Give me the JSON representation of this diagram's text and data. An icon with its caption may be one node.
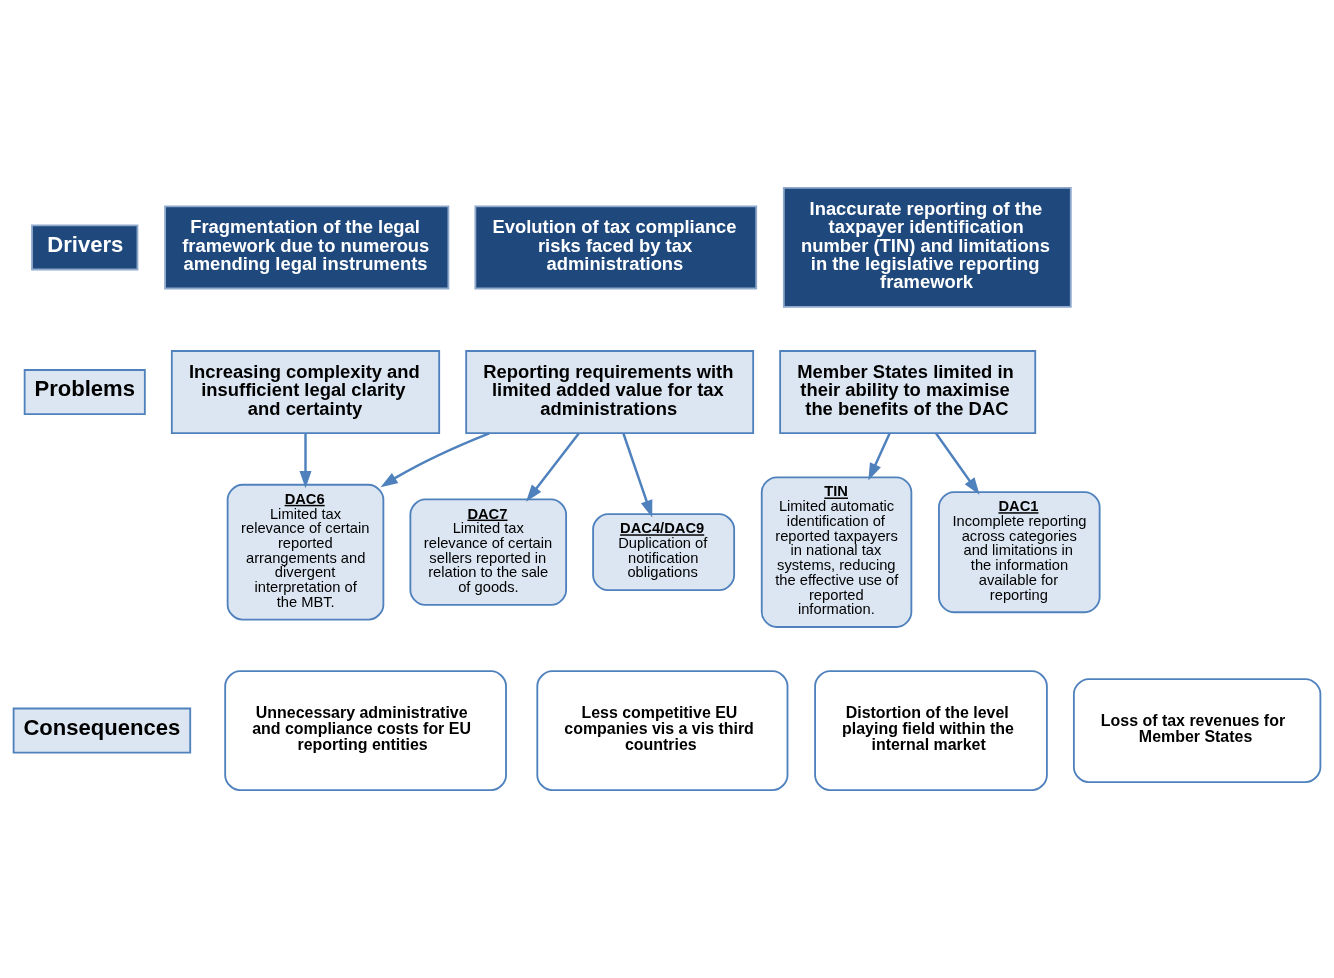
{
  "diagram": {
    "nodes": [
      {
        "text": [
          "Drivers"
        ]
      },
      {
        "text": [
          "Fragmentation of the legal framework due to numerous amending legal instruments"
        ]
      },
      {
        "text": [
          "Evolution of tax compliance risks faced by tax administrations"
        ]
      },
      {
        "text": [
          "Inaccurate reporting of the taxpayer identification number (TIN) and limitations in the legislative reporting framework"
        ]
      },
      {
        "text": [
          "Problems"
        ]
      },
      {
        "text": [
          "Increasing complexity and insufficient legal clarity and certainty"
        ]
      },
      {
        "text": [
          "Reporting requirements with limited added value for tax administrations"
        ]
      },
      {
        "text": [
          "Member States limited in their ability to maximise the benefits of the DAC"
        ]
      },
      {
        "text": [
          "DAC6",
          "Limited tax relevance of certain reported arrangements and divergent interpretation of the MBT."
        ]
      },
      {
        "text": [
          "DAC7",
          "Limited tax relevance of certain sellers reported in relation to the sale of goods."
        ]
      },
      {
        "text": [
          "DAC4/DAC9",
          "Duplication of notification obligations"
        ]
      },
      {
        "text": [
          "TIN",
          "Limited automatic identification of reported taxpayers in national tax systems, reducing the effective use of reported information."
        ]
      },
      {
        "text": [
          "DAC1",
          "Incomplete reporting across categories and limitations in the information available for reporting"
        ]
      },
      {
        "text": [
          "Consequences"
        ]
      },
      {
        "text": [
          "Unnecessary administrative and compliance costs for EU reporting entities"
        ]
      },
      {
        "text": [
          "Less competitive EU companies vis a vis third countries"
        ]
      },
      {
        "text": [
          "Distortion of the level playing field within the internal market"
        ]
      },
      {
        "text": [
          "Loss of tax revenues for Member States"
        ]
      }
    ],
    "edges": [
      {
        "from": 5,
        "to": 8,
        "arrow": "to"
      },
      {
        "from": 6,
        "to": 8,
        "arrow": "to"
      },
      {
        "from": 6,
        "to": 9,
        "arrow": "to"
      },
      {
        "from": 6,
        "to": 10,
        "arrow": "to"
      },
      {
        "from": 7,
        "to": 11,
        "arrow": "to"
      },
      {
        "from": 7,
        "to": 12,
        "arrow": "to"
      }
    ]
  }
}
